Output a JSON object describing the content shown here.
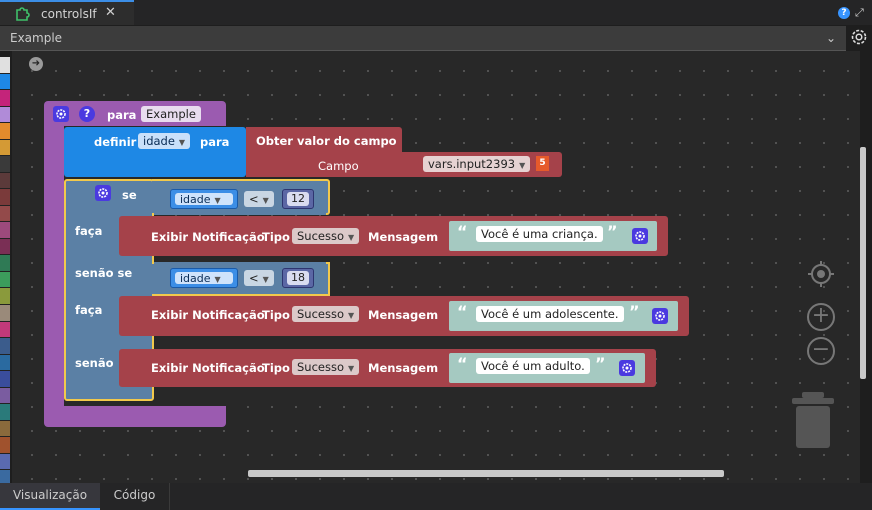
{
  "tab": {
    "title": "controlsIf",
    "close": "✕",
    "icon": "puzzle-icon"
  },
  "header": {
    "selected_value": "Example",
    "help": "?"
  },
  "bottom_tabs": [
    {
      "label": "Visualização",
      "active": true
    },
    {
      "label": "Código",
      "active": false
    }
  ],
  "palette_colors": [
    "#e0e0e0",
    "#1e88e5",
    "#c4247a",
    "#b08bd8",
    "#e38b2c",
    "#d49a35",
    "#3a3a3a",
    "#5b3a3a",
    "#7a3a3a",
    "#934a4a",
    "#9c4a7c",
    "#7a2f55",
    "#2f7a55",
    "#3c9c5c",
    "#8a9a3c",
    "#9a8a7a",
    "#c2397a",
    "#3b5c8c",
    "#2a6aa0",
    "#3a4d9c",
    "#7a5ca0",
    "#2a7a7a",
    "#8a6a3c",
    "#a0522d",
    "#5a6ab0",
    "#3a6aa0"
  ],
  "blocks": {
    "procedure": {
      "keyword": "para",
      "name": "Example"
    },
    "set": {
      "label": "definir",
      "variable": "idade",
      "to_label": "para"
    },
    "get_field": {
      "title": "Obter valor do campo",
      "field_label": "Campo",
      "field_value": "vars.input2393",
      "html_badge": "5"
    },
    "if_block": {
      "if_label": "se",
      "do_label": "faça",
      "elseif_label": "senão se",
      "else_label": "senão"
    },
    "compare1": {
      "variable": "idade",
      "op": "<",
      "value": "12"
    },
    "compare2": {
      "variable": "idade",
      "op": "<",
      "value": "18"
    },
    "notifications": [
      {
        "label": "Exibir Notificação",
        "type_label": "Tipo",
        "type_value": "Sucesso",
        "message_label": "Mensagem",
        "text": "Você é uma criança."
      },
      {
        "label": "Exibir Notificação",
        "type_label": "Tipo",
        "type_value": "Sucesso",
        "message_label": "Mensagem",
        "text": "Você é um adolescente."
      },
      {
        "label": "Exibir Notificação",
        "type_label": "Tipo",
        "type_value": "Sucesso",
        "message_label": "Mensagem",
        "text": "Você é um adulto."
      }
    ]
  },
  "colors": {
    "procedure": "#9b5bb0",
    "set": "#1e88e5",
    "get": "#a5424a",
    "if": "#5b80a5",
    "notify": "#a5424a",
    "text": "#a5c9c1",
    "gear": "#4a3ae0"
  }
}
